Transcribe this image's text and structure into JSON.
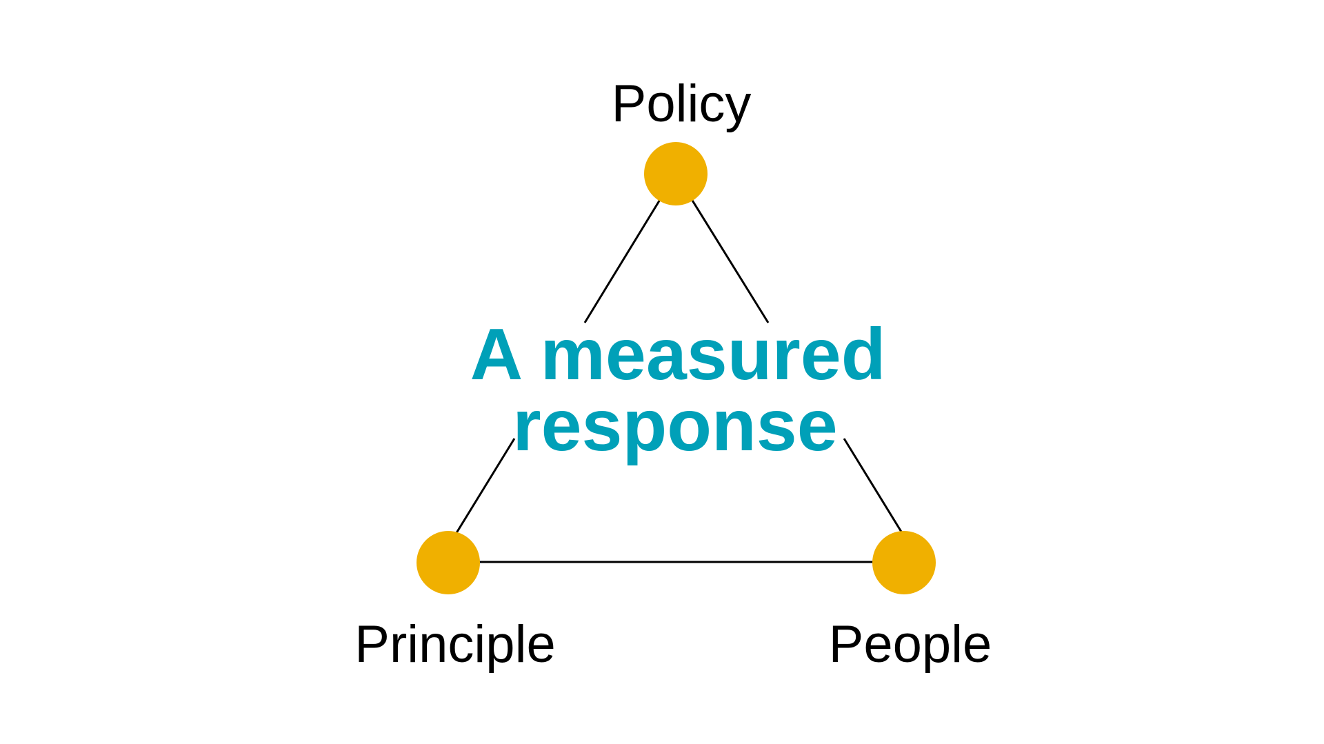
{
  "diagram": {
    "center_title": {
      "line1": "A measured",
      "line2": "response"
    },
    "nodes": {
      "top": "Policy",
      "bottom_left": "Principle",
      "bottom_right": "People"
    }
  },
  "colors": {
    "node_fill": "#F0B000",
    "title_text": "#00A0B8",
    "edge_stroke": "#000000",
    "label_text": "#000000",
    "background": "#FFFFFF"
  }
}
